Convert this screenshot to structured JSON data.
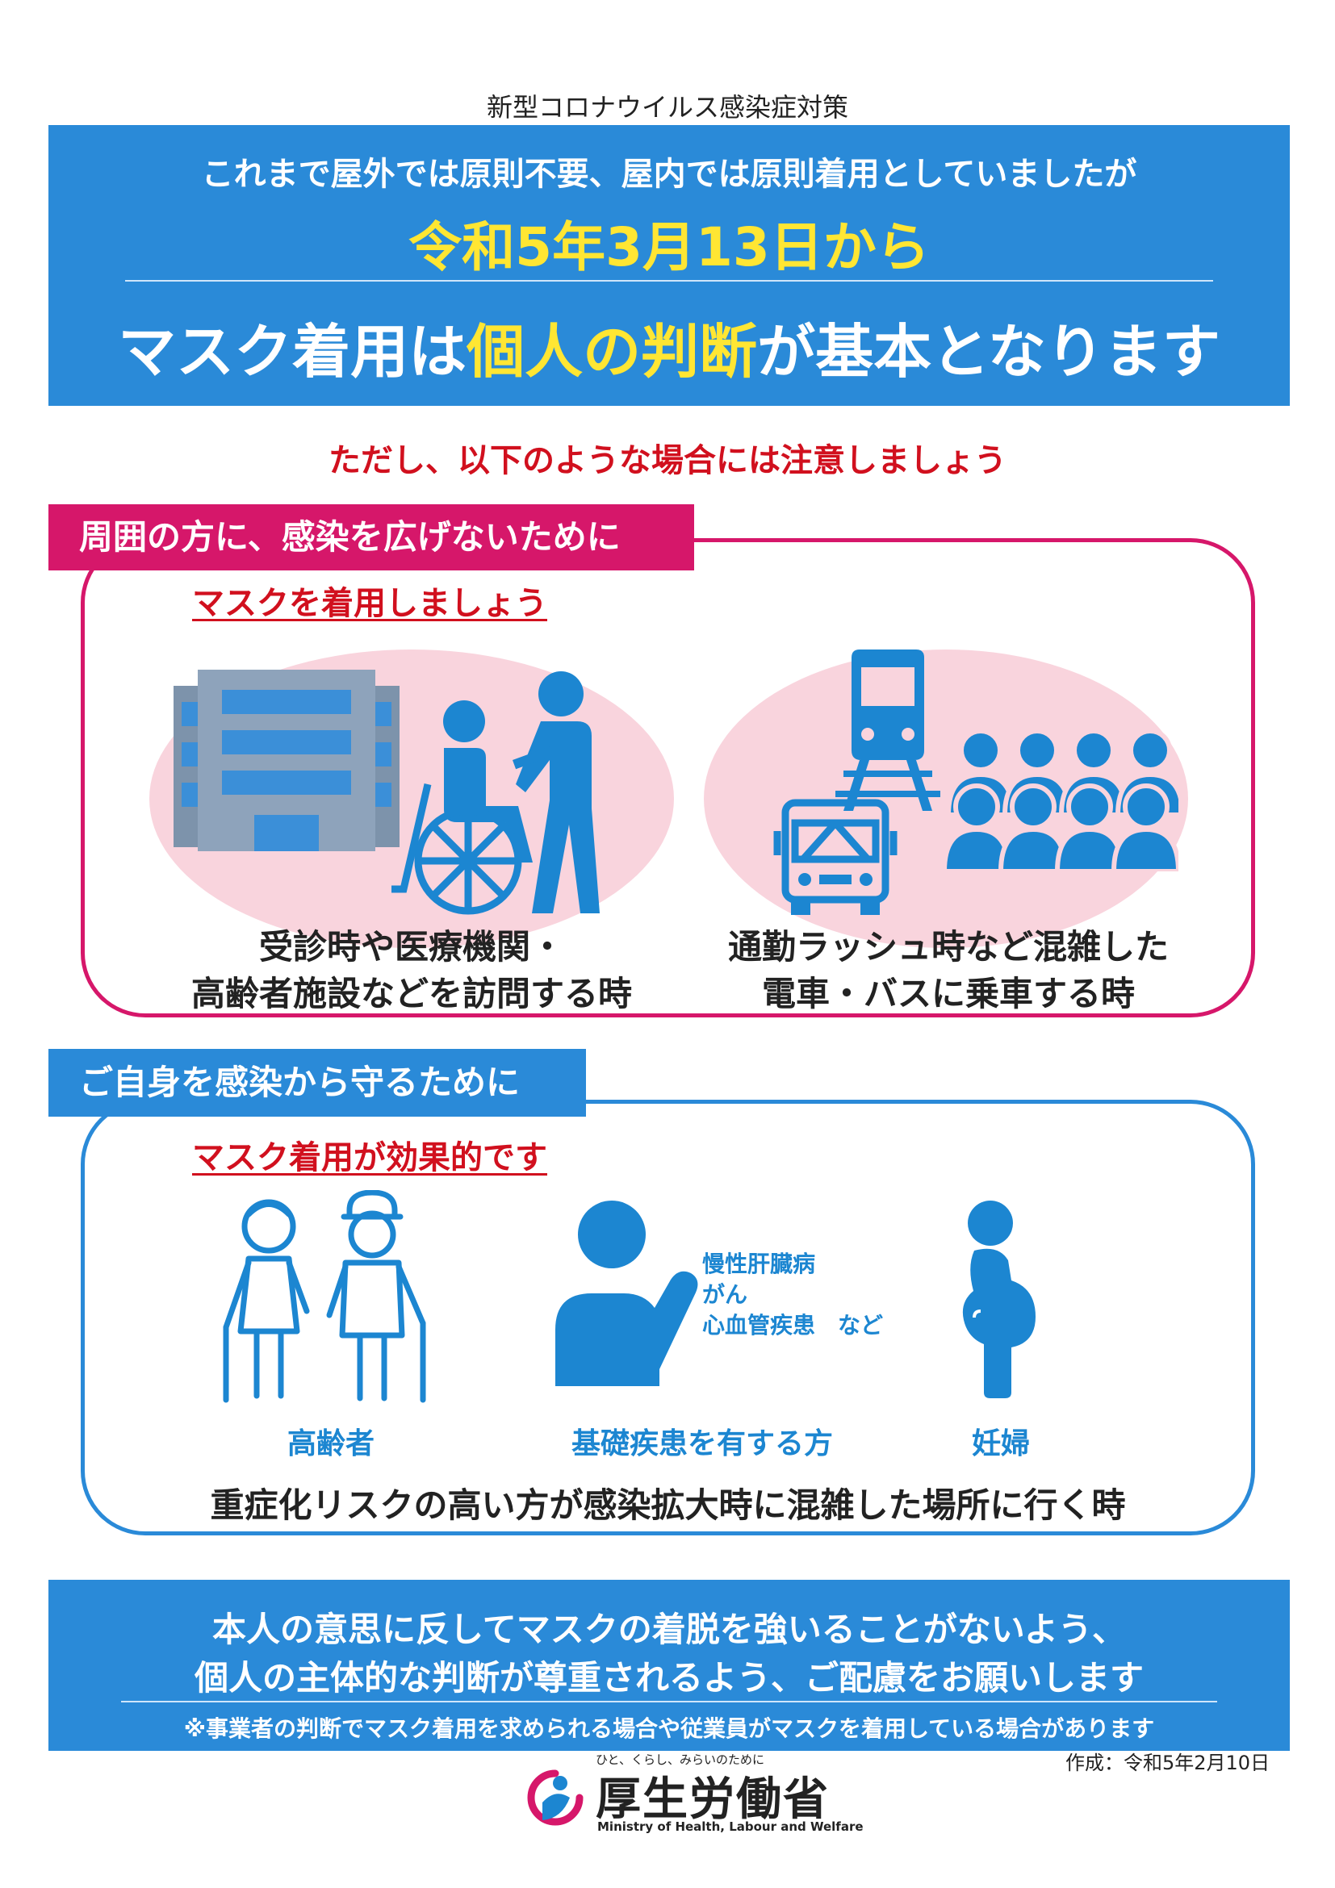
{
  "supertitle": "新型コロナウイルス感染症対策",
  "header": {
    "line1": "これまで屋外では原則不要、屋内では原則着用としていましたが",
    "date": "令和5年3月13日から",
    "main_before": "マスク着用は",
    "main_highlight": "個人の判断",
    "main_after": "が基本となります"
  },
  "caution": "ただし、以下のような場合には注意しましょう",
  "section1": {
    "tab": "周囲の方に、感染を広げないために",
    "subtitle": "マスクを着用しましょう",
    "caption1_line1": "受診時や医療機関・",
    "caption1_line2": "高齢者施設などを訪問する時",
    "caption2_line1": "通勤ラッシュ時など混雑した",
    "caption2_line2": "電車・バスに乗車する時"
  },
  "section2": {
    "tab": "ご自身を感染から守るために",
    "subtitle": "マスク着用が効果的です",
    "label_elderly": "高齢者",
    "label_chronic": "基礎疾患を有する方",
    "label_pregnant": "妊婦",
    "conditions": [
      "慢性肝臓病",
      "がん",
      "心血管疾患　など"
    ],
    "bottom": "重症化リスクの高い方が感染拡大時に混雑した場所に行く時"
  },
  "footer": {
    "line1": "本人の意思に反してマスクの着脱を強いることがないよう、",
    "line2": "個人の主体的な判断が尊重されるよう、ご配慮をお願いします",
    "note": "※事業者の判断でマスク着用を求められる場合や従業員がマスクを着用している場合があります"
  },
  "created": "作成：令和5年2月10日",
  "logo": {
    "tagline": "ひと、くらし、みらいのために",
    "name": "厚生労働省",
    "english": "Ministry of Health, Labour and Welfare"
  },
  "colors": {
    "blue": "#2a8ad8",
    "magenta": "#d6176a",
    "yellow": "#ffe633",
    "red_text": "#d1101e",
    "pink_bg": "#f9d4dd"
  }
}
